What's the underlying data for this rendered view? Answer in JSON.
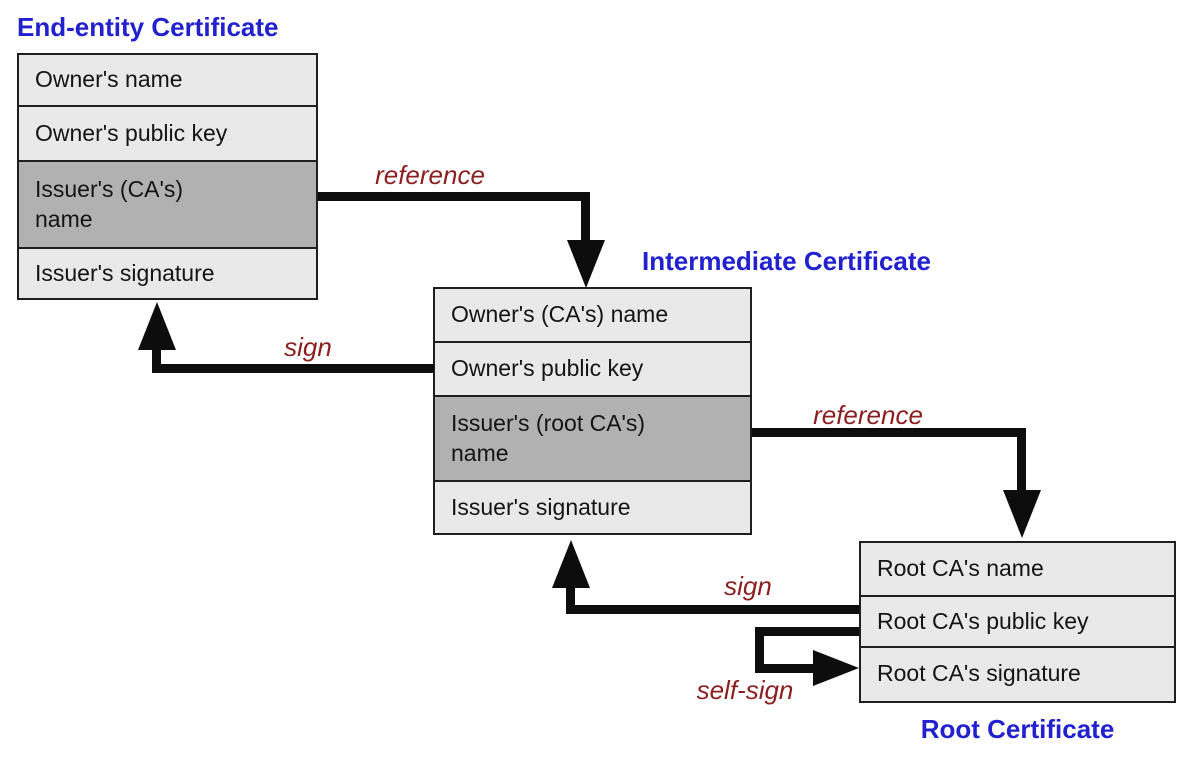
{
  "diagram": {
    "description": "Certificate chain of trust",
    "background": "#ffffff"
  },
  "colors": {
    "title_blue": "#2121cf",
    "label_dark_red": "#8b1e1e",
    "row_fill_light": "#e9e9e9",
    "row_fill_highlight": "#b1b1b1",
    "border": "#1f1f1f",
    "arrow_black": "#0d0d0d",
    "row_text": "#141414"
  },
  "certificates": [
    {
      "id": "end-entity",
      "title": "End-entity Certificate",
      "rows": [
        {
          "label": "Owner's name",
          "highlight": false
        },
        {
          "label": "Owner's public key",
          "highlight": false
        },
        {
          "label": "Issuer's (CA's)\nname",
          "highlight": true
        },
        {
          "label": "Issuer's signature",
          "highlight": false
        }
      ]
    },
    {
      "id": "intermediate",
      "title": "Intermediate Certificate",
      "rows": [
        {
          "label": "Owner's (CA's) name",
          "highlight": false
        },
        {
          "label": "Owner's public key",
          "highlight": false
        },
        {
          "label": "Issuer's (root CA's)\nname",
          "highlight": true
        },
        {
          "label": "Issuer's signature",
          "highlight": false
        }
      ]
    },
    {
      "id": "root",
      "title": "Root Certificate",
      "rows": [
        {
          "label": "Root CA's name",
          "highlight": false
        },
        {
          "label": "Root CA's public key",
          "highlight": false
        },
        {
          "label": "Root CA's signature",
          "highlight": false
        }
      ]
    }
  ],
  "arrows": [
    {
      "label": "reference",
      "from": "end-entity issuer's (CA's) name",
      "to": "intermediate certificate"
    },
    {
      "label": "sign",
      "from": "intermediate owner's public key",
      "to": "end-entity certificate"
    },
    {
      "label": "reference",
      "from": "intermediate issuer's (root CA's) name",
      "to": "root certificate"
    },
    {
      "label": "sign",
      "from": "root CA's public key",
      "to": "intermediate certificate"
    },
    {
      "label": "self-sign",
      "from": "root CA's public key",
      "to": "root CA's signature"
    }
  ]
}
